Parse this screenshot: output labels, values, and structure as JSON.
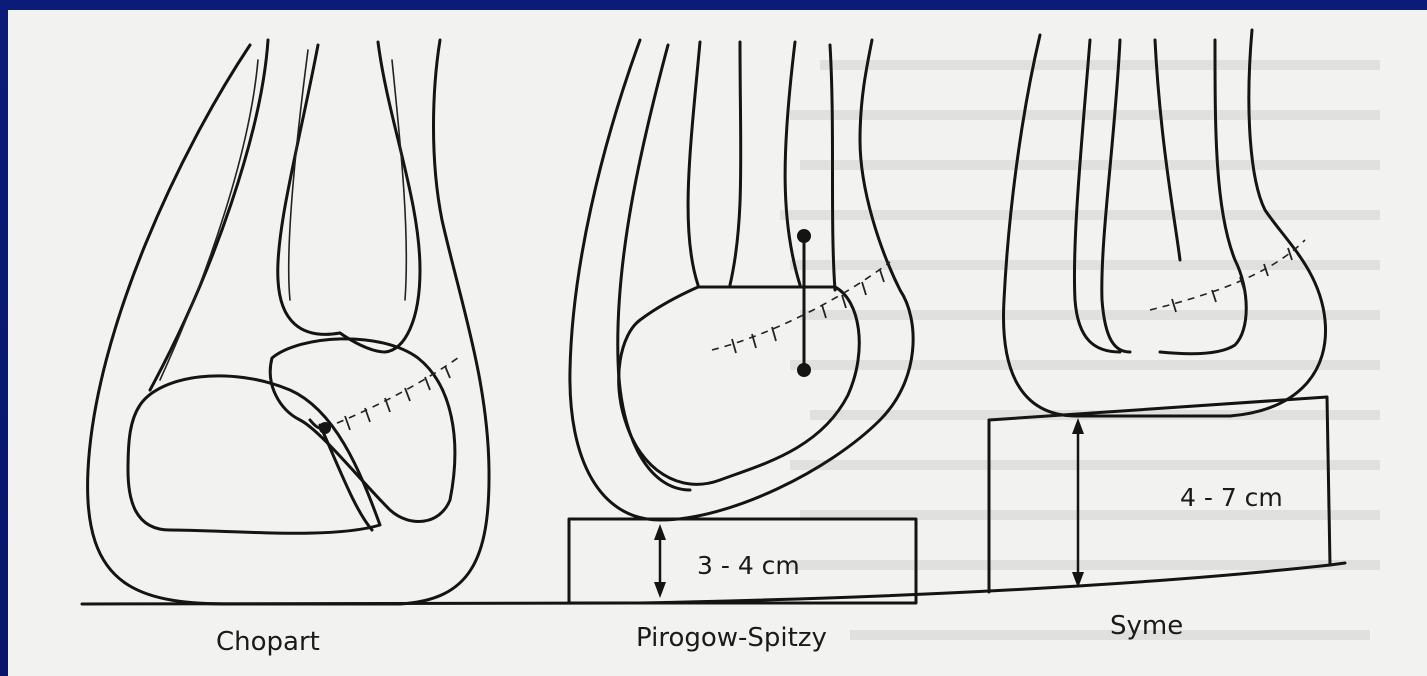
{
  "labels": {
    "chopart": "Chopart",
    "pirogow": "Pirogow-Spitzy",
    "syme": "Syme"
  },
  "measurements": {
    "pirogow_height": "3 - 4 cm",
    "syme_height": "4 - 7 cm"
  },
  "colors": {
    "background": "#0a1a6e",
    "paper": "#f2f2f0",
    "ink": "#141414"
  }
}
